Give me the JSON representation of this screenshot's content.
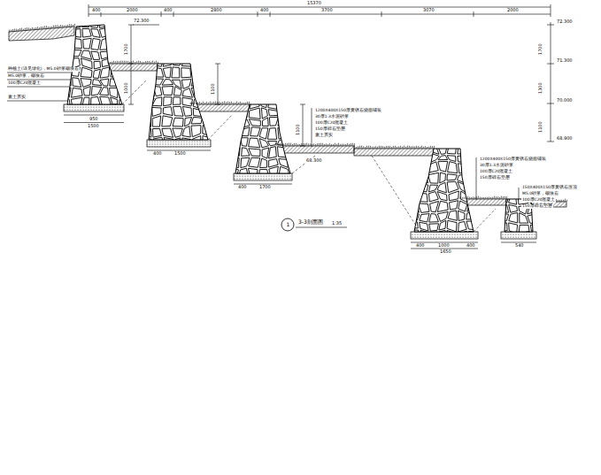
{
  "diagram": {
    "caption": "3-3剖面图",
    "labels": [
      "400",
      "2000",
      "400",
      "2800",
      "400",
      "3700",
      "3070",
      "2000",
      "15370",
      "72.300",
      "72.300",
      "71.300",
      "70.000",
      "68.900",
      "1700",
      "1300",
      "1100",
      "1700",
      "1000",
      "1100",
      "1100",
      "种植土(详见绿化)，M5.0砂浆砌块石",
      "M5.0砂浆，砌块石",
      "100厚C20混凝土",
      "素土夯实",
      "950",
      "1500",
      "400",
      "1500",
      "400",
      "1700",
      "1200X400X150厚黄锈石烧面铺装",
      "30厚1:3水泥砂浆",
      "100厚C20混凝土",
      "150厚碎石垫层",
      "素土夯实",
      "68.300",
      "1200X400X150厚黄锈石烧面铺装",
      "30厚1:3水泥砂浆",
      "100厚C20混凝土",
      "150厚碎石垫层",
      "150X400X150厚黄锈石压顶",
      "M5.0砂浆，砌块石",
      "100厚C20混凝土",
      "150厚碎石垫层",
      "400",
      "1000",
      "400",
      "1650",
      "540",
      "1",
      "1:35"
    ]
  }
}
